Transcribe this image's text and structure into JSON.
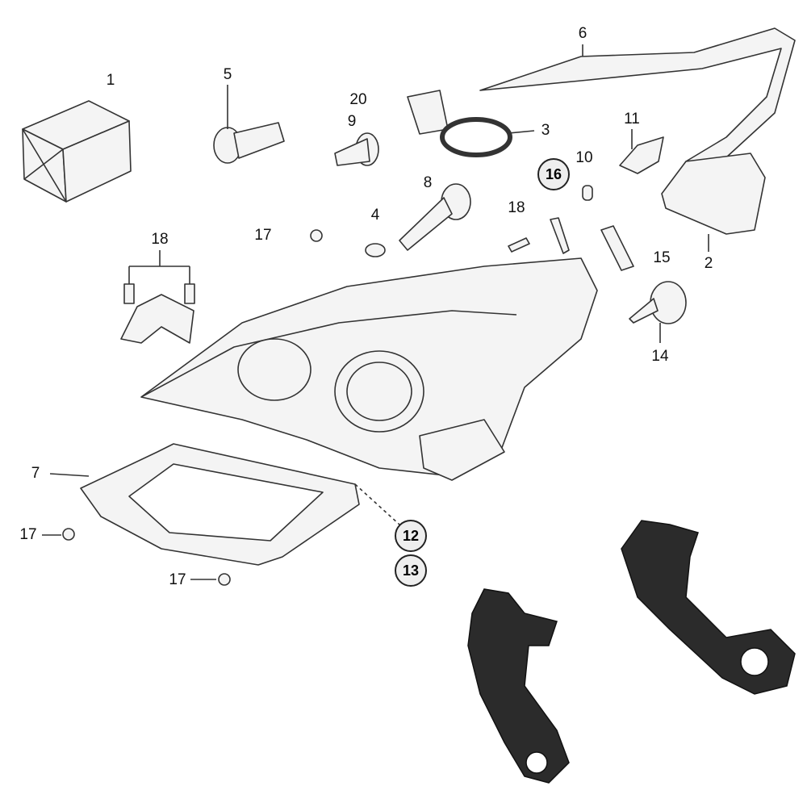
{
  "diagram": {
    "callouts": [
      {
        "id": "callout-1",
        "text": "1"
      },
      {
        "id": "callout-5",
        "text": "5"
      },
      {
        "id": "callout-20",
        "text": "20"
      },
      {
        "id": "callout-9",
        "text": "9"
      },
      {
        "id": "callout-3",
        "text": "3"
      },
      {
        "id": "callout-6",
        "text": "6"
      },
      {
        "id": "callout-11",
        "text": "11"
      },
      {
        "id": "callout-10",
        "text": "10"
      },
      {
        "id": "callout-8",
        "text": "8"
      },
      {
        "id": "callout-4",
        "text": "4"
      },
      {
        "id": "callout-18a",
        "text": "18"
      },
      {
        "id": "callout-17a",
        "text": "17"
      },
      {
        "id": "callout-18b",
        "text": "18"
      },
      {
        "id": "callout-15",
        "text": "15"
      },
      {
        "id": "callout-2",
        "text": "2"
      },
      {
        "id": "callout-14",
        "text": "14"
      },
      {
        "id": "callout-7",
        "text": "7"
      },
      {
        "id": "callout-17b",
        "text": "17"
      },
      {
        "id": "callout-17c",
        "text": "17"
      }
    ],
    "circled_callouts": [
      {
        "id": "callout-16",
        "text": "16"
      },
      {
        "id": "callout-12",
        "text": "12"
      },
      {
        "id": "callout-13",
        "text": "13"
      }
    ],
    "colors": {
      "line": "#333333",
      "part_fill": "#f4f4f4",
      "photo_bracket": "#2b2b2b"
    }
  }
}
